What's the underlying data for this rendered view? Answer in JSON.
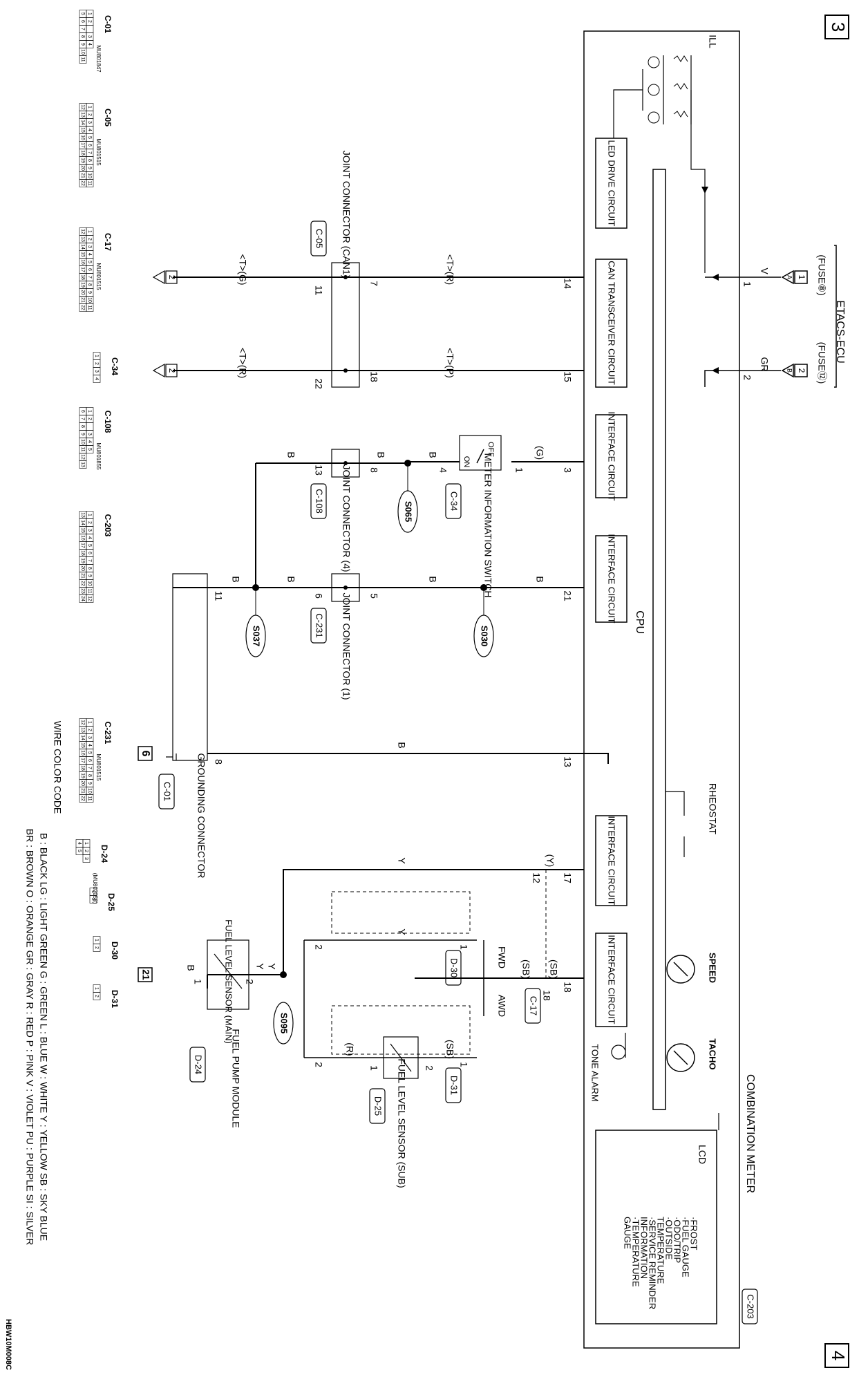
{
  "page_numbers": {
    "top": "3",
    "bottom": "4"
  },
  "figure_code": "HBW10M008C",
  "etacs": {
    "title": "ETACS-ECU",
    "fuse8": "(FUSE⑧)",
    "fuse12": "(FUSE⑫)",
    "fuse_pins": [
      "1",
      "2"
    ],
    "fuse_letters": [
      "A",
      "B"
    ]
  },
  "meter": {
    "title": "COMBINATION METER",
    "connector": "C-203",
    "cpu": "CPU",
    "ill": "ILL",
    "led_drive": "LED DRIVE CIRCUIT",
    "can_transceiver": "CAN TRANSCEIVER CIRCUIT",
    "interface": "INTERFACE CIRCUIT",
    "rheostat": "RHEOSTAT",
    "speed": "SPEED",
    "tacho": "TACHO",
    "tone_alarm": "TONE ALARM",
    "lcd": "LCD",
    "lcd_items": [
      "·FROST",
      "·FUEL GAUGE",
      "·ODO/TRIP",
      "·OUTSIDE",
      "TEMPERATURE",
      "·SERVICE REMINDER",
      "INFORMATION",
      "·TEMPERATURE",
      "GAUGE"
    ]
  },
  "pins": {
    "p1": "1",
    "p2": "2",
    "p3": "3",
    "p4": "4",
    "p5": "5",
    "p6": "6",
    "p7": "7",
    "p8": "8",
    "p11": "11",
    "p12": "12",
    "p13": "13",
    "p14": "14",
    "p15": "15",
    "p17": "17",
    "p18": "18",
    "p21": "21",
    "p22": "22"
  },
  "wires": {
    "v": "V",
    "gr": "GR",
    "tr": "<T>(R)",
    "tp": "<T>(P)",
    "tg": "<T>(G)",
    "g": "(G)",
    "b": "B",
    "y": "Y",
    "ky": "(Y)",
    "sb": "(SB)",
    "r": "(R)"
  },
  "joint_can1": {
    "label": "JOINT CONNECTOR (CAN1)",
    "connector": "C-05"
  },
  "joint4": {
    "label": "JOINT CONNECTOR (4)",
    "connector": "C-108"
  },
  "joint1": {
    "label": "JOINT CONNECTOR (1)",
    "connector": "C-231"
  },
  "meter_switch": {
    "label": "METER INFORMATION SWITCH",
    "connector": "C-34",
    "off": "OFF",
    "on": "ON"
  },
  "splices": [
    "S065",
    "S030",
    "S037",
    "S095"
  ],
  "grounding": {
    "label": "GROUNDING CONNECTOR",
    "connector": "C-01",
    "ref": "6"
  },
  "fwd": "FWD",
  "awd": "AWD",
  "connectors_misc": {
    "d30": "D-30",
    "d31": "D-31",
    "c17": "C-17",
    "d25": "D-25",
    "d24": "D-24"
  },
  "fuel_sub": "FUEL LEVEL SENSOR (SUB)",
  "fuel_main": "FUEL LEVEL SENSOR (MAIN)",
  "fuel_pump": "FUEL PUMP MODULE",
  "ref21": "21",
  "legend": {
    "title": "WIRE COLOR CODE",
    "row1": "B : BLACK   LG : LIGHT GREEN   G : GREEN   L : BLUE   W : WHITE   Y : YELLOW   SB : SKY BLUE",
    "row2": "BR : BROWN   O : ORANGE   GR : GRAY   R : RED   P : PINK   V : VIOLET   PU : PURPLE   SI : SILVER"
  },
  "connector_views": [
    {
      "id": "C-01",
      "part": "MU801847",
      "rows": [
        [
          "1",
          "2",
          "",
          "3",
          "4"
        ],
        [
          "5",
          "6",
          "7",
          "8",
          "9",
          "10",
          "11"
        ]
      ]
    },
    {
      "id": "C-05",
      "part": "MU801515",
      "rows": [
        [
          "1",
          "2",
          "3",
          "4",
          "5",
          "6",
          "7",
          "8",
          "9",
          "10",
          "11"
        ],
        [
          "12",
          "13",
          "14",
          "15",
          "16",
          "17",
          "18",
          "19",
          "20",
          "21",
          "22"
        ]
      ]
    },
    {
      "id": "C-17",
      "part": "MU801515",
      "rows": [
        [
          "1",
          "2",
          "3",
          "4",
          "5",
          "6",
          "7",
          "8",
          "9",
          "10",
          "11"
        ],
        [
          "12",
          "13",
          "14",
          "15",
          "16",
          "17",
          "18",
          "19",
          "20",
          "21",
          "22"
        ]
      ]
    },
    {
      "id": "C-34",
      "part": "",
      "rows": [
        [
          "1",
          "2",
          "3",
          "4"
        ]
      ]
    },
    {
      "id": "C-108",
      "part": "MU801855",
      "rows": [
        [
          "1",
          "2",
          "",
          "3",
          "4",
          "5"
        ],
        [
          "6",
          "7",
          "8",
          "9",
          "10",
          "11",
          "12",
          "13"
        ]
      ]
    },
    {
      "id": "C-203",
      "part": "",
      "rows": [
        [
          "1",
          "2",
          "3",
          "4",
          "5",
          "6",
          "7",
          "8",
          "9",
          "10",
          "11",
          "12"
        ],
        [
          "13",
          "14",
          "15",
          "16",
          "17",
          "18",
          "19",
          "20",
          "21",
          "22",
          "23",
          "24"
        ]
      ]
    },
    {
      "id": "C-231",
      "part": "MU801515",
      "rows": [
        [
          "1",
          "2",
          "3",
          "4",
          "5",
          "6",
          "7",
          "8",
          "9",
          "10",
          "11"
        ],
        [
          "12",
          "13",
          "14",
          "15",
          "16",
          "17",
          "18",
          "19",
          "20",
          "21",
          "22"
        ]
      ]
    },
    {
      "id": "D-24",
      "part": "(MU802058)",
      "rows": [
        [
          "1",
          "2",
          "3"
        ],
        [
          "4",
          "5"
        ]
      ]
    },
    {
      "id": "D-25",
      "part": "",
      "rows": [
        [
          "1",
          "2"
        ]
      ]
    },
    {
      "id": "D-30",
      "part": "",
      "rows": [
        [
          "1",
          "2"
        ]
      ]
    },
    {
      "id": "D-31",
      "part": "",
      "rows": [
        [
          "1",
          "2"
        ]
      ]
    }
  ]
}
